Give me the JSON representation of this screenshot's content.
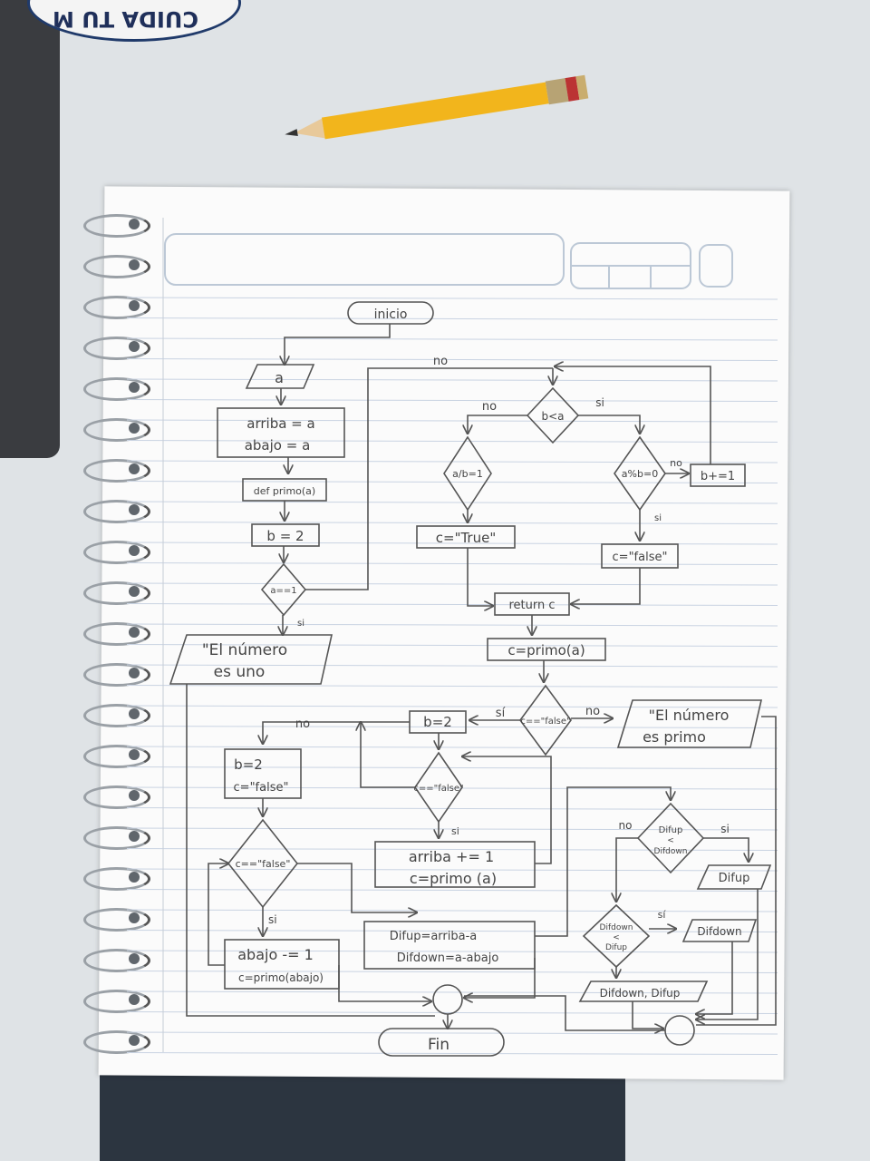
{
  "sticker_text": "CUIDA TU M",
  "flow": {
    "inicio": "inicio",
    "input_a": "a",
    "init_arriba": "arriba = a",
    "init_abajo": "abajo = a",
    "def_primo": "def primo(a)",
    "b_eq_2": "b = 2",
    "cond_a_eq_1": "a==1",
    "msg_uno_1": "\"El número",
    "msg_uno_2": "es uno",
    "cond_b_lt_a": "b<a",
    "cond_a_div_b": "a/b=1",
    "c_true": "c=\"True\"",
    "cond_mod": "a%b=0",
    "b_plus": "b+=1",
    "c_false": "c=\"false\"",
    "return_c": "return c",
    "call_primo": "c=primo(a)",
    "cond_c_false": "c==\"false\"",
    "msg_primo_1": "\"El número",
    "msg_primo_2": "es primo",
    "b_eq_2_right": "b=2",
    "b_eq_2_left": "b=2",
    "c_false_left": "c=\"false\"",
    "cond_c_false_mid": "c==\"false\"",
    "arriba_inc": "arriba += 1",
    "c_primo_arriba": "c=primo (a)",
    "cond_c_false_left": "c==\"false\"",
    "abajo_dec": "abajo -= 1",
    "c_primo_abajo": "c=primo(abajo)",
    "difup_calc": "Difup=arriba-a",
    "difdown_calc": "Difdown=a-abajo",
    "cond_difup_lt_difdown_1": "Difup",
    "cond_difup_lt_difdown_2": "<",
    "cond_difup_lt_difdown_3": "Difdown",
    "out_difup": "Difup",
    "cond_difdown_lt_difup_1": "Difdown",
    "cond_difdown_lt_difup_2": "<",
    "cond_difdown_lt_difup_3": "Difup",
    "out_difdown": "Difdown",
    "out_both": "Difdown, Difup",
    "fin": "Fin"
  },
  "labels": {
    "no": "no",
    "si": "si",
    "si_accent": "sí"
  }
}
